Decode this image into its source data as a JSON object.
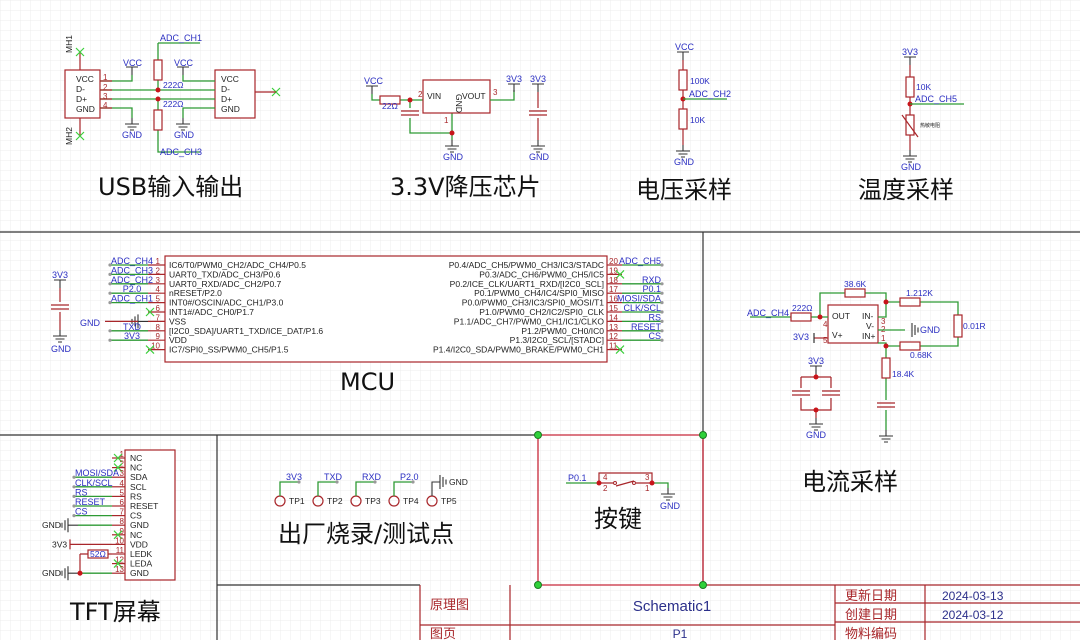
{
  "sections": {
    "usb": "USB输入输出",
    "ldo": "3.3V降压芯片",
    "voltage": "电压采样",
    "temp": "温度采样",
    "mcu": "MCU",
    "current": "电流采样",
    "tft": "TFT屏幕",
    "testpoints": "出厂烧录/测试点",
    "key": "按键"
  },
  "usb": {
    "mh1": "MH1",
    "mh2": "MH2",
    "pins": [
      "VCC",
      "D-",
      "D+",
      "GND"
    ],
    "pin_nums": [
      "1",
      "2",
      "3",
      "4"
    ],
    "vcc": "VCC",
    "gnd": "GND",
    "r_value": "222Ω",
    "adc_top": "ADC_CH1",
    "adc_bottom": "ADC_CH3"
  },
  "ldo": {
    "vcc": "VCC",
    "r_value": "22Ω",
    "vin": "VIN",
    "vout": "VOUT",
    "gnd_pin": "GND",
    "pin_vin": "2",
    "pin_gnd": "1",
    "pin_vout": "3",
    "out_net": "3V3",
    "cap_net": "3V3",
    "gnd": "GND"
  },
  "voltage": {
    "vcc": "VCC",
    "r_top": "100K",
    "adc": "ADC_CH2",
    "r_bottom": "10K",
    "gnd": "GND"
  },
  "temp": {
    "supply": "3V3",
    "r_top": "10K",
    "adc": "ADC_CH5",
    "thermistor": "热敏电阻",
    "gnd": "GND"
  },
  "mcu": {
    "left_supply": "3V3",
    "left_gnd": "GND",
    "gnd_net": "GND",
    "left_pins": [
      {
        "num": "1",
        "name": "IC6/T0/PWM0_CH2/ADC_CH4/P0.5",
        "net": "ADC_CH4"
      },
      {
        "num": "2",
        "name": "UART0_TXD/ADC_CH3/P0.6",
        "net": "ADC_CH3"
      },
      {
        "num": "3",
        "name": "UART0_RXD/ADC_CH2/P0.7",
        "net": "ADC_CH2"
      },
      {
        "num": "4",
        "name": "nRESET/P2.0",
        "net": "P2.0"
      },
      {
        "num": "5",
        "name": "INT0#/OSCIN/ADC_CH1/P3.0",
        "net": "ADC_CH1"
      },
      {
        "num": "6",
        "name": "INT1#/ADC_CH0/P1.7",
        "net": ""
      },
      {
        "num": "7",
        "name": "VSS",
        "net": "GND"
      },
      {
        "num": "8",
        "name": "[I2C0_SDA]/UART1_TXD/ICE_DAT/P1.6",
        "net": "TXD"
      },
      {
        "num": "9",
        "name": "VDD",
        "net": "3V3"
      },
      {
        "num": "10",
        "name": "IC7/SPI0_SS/PWM0_CH5/P1.5",
        "net": ""
      }
    ],
    "right_pins": [
      {
        "num": "20",
        "name": "P0.4/ADC_CH5/PWM0_CH3/IC3/STADC",
        "net": "ADC_CH5"
      },
      {
        "num": "19",
        "name": "P0.3/ADC_CH6/PWM0_CH5/IC5",
        "net": ""
      },
      {
        "num": "18",
        "name": "P0.2/ICE_CLK/UART1_RXD/[I2C0_SCL]",
        "net": "RXD"
      },
      {
        "num": "17",
        "name": "P0.1/PWM0_CH4/IC4/SPI0_MISO",
        "net": "P0.1"
      },
      {
        "num": "16",
        "name": "P0.0/PWM0_CH3/IC3/SPI0_MOSI/T1",
        "net": "MOSI/SDA"
      },
      {
        "num": "15",
        "name": "P1.0/PWM0_CH2/IC2/SPI0_CLK",
        "net": "CLK/SCL"
      },
      {
        "num": "14",
        "name": "P1.1/ADC_CH7/PWM0_CH1/IC1/CLKO",
        "net": "RS"
      },
      {
        "num": "13",
        "name": "P1.2/PWM0_CH0/IC0",
        "net": "RESET"
      },
      {
        "num": "12",
        "name": "P1.3/I2C0_SCL/[STADC]",
        "net": "CS"
      },
      {
        "num": "11",
        "name": "P1.4/I2C0_SDA/PWM0_BRAKE/PWM0_CH1",
        "net": ""
      }
    ]
  },
  "current": {
    "adc": "ADC_CH4",
    "r_out": "222Ω",
    "r_fb": "38.6K",
    "r_in_minus": "1.212K",
    "r_in_plus": "0.68K",
    "shunt": "0.01R",
    "r_bias": "18.4K",
    "supply": "3V3",
    "gnd": "GND",
    "pin_out": "OUT",
    "pin_vplus": "V+",
    "pin_inminus": "IN-",
    "pin_vminus": "V-",
    "pin_inplus": "IN+",
    "num_out": "4",
    "num_vplus": "5",
    "num_inminus": "3",
    "num_vminus": "2",
    "num_inplus": "1",
    "cap_supply": "3V3",
    "cap_gnd": "GND"
  },
  "tft": {
    "pins": [
      {
        "num": "1",
        "name": "NC",
        "net": ""
      },
      {
        "num": "2",
        "name": "NC",
        "net": ""
      },
      {
        "num": "3",
        "name": "SDA",
        "net": "MOSI/SDA"
      },
      {
        "num": "4",
        "name": "SCL",
        "net": "CLK/SCL"
      },
      {
        "num": "5",
        "name": "RS",
        "net": "RS"
      },
      {
        "num": "6",
        "name": "RESET",
        "net": "RESET"
      },
      {
        "num": "7",
        "name": "CS",
        "net": "CS"
      },
      {
        "num": "8",
        "name": "GND",
        "net": "GND"
      },
      {
        "num": "9",
        "name": "NC",
        "net": ""
      },
      {
        "num": "10",
        "name": "VDD",
        "net": "3V3"
      },
      {
        "num": "11",
        "name": "LEDK",
        "net": ""
      },
      {
        "num": "12",
        "name": "LEDA",
        "net": ""
      },
      {
        "num": "13",
        "name": "GND",
        "net": "GND"
      }
    ],
    "led_r": "52Ω"
  },
  "testpoints": [
    {
      "net": "3V3",
      "label": "TP1"
    },
    {
      "net": "TXD",
      "label": "TP2"
    },
    {
      "net": "RXD",
      "label": "TP3"
    },
    {
      "net": "P2.0",
      "label": "TP4"
    },
    {
      "net": "GND",
      "label": "TP5"
    }
  ],
  "key": {
    "net": "P0.1",
    "pin4": "4",
    "pin3": "3",
    "pin2": "2",
    "pin1": "1",
    "gnd": "GND"
  },
  "title_block": {
    "type_label": "原理图",
    "name": "Schematic1",
    "page_label": "图页",
    "page": "P1",
    "updated_label": "更新日期",
    "updated": "2024-03-13",
    "created_label": "创建日期",
    "created": "2024-03-12",
    "part_label": "物料编码",
    "part": ""
  },
  "colors": {
    "wire": "#2e9a34",
    "component": "#a8262a",
    "net_label": "#2b2fc2",
    "junction": "#c8141a"
  }
}
